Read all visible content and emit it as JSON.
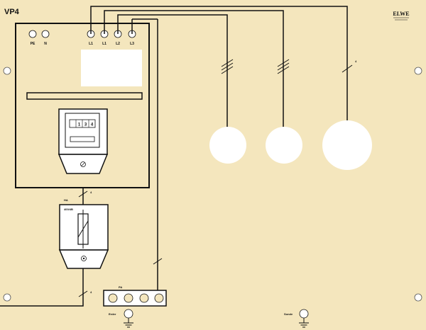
{
  "panel": {
    "title": "VP4",
    "logo_text": "ELWE"
  },
  "terminals": {
    "pe": "PE",
    "n": "N",
    "l1_a": "L1",
    "l1_b": "L1",
    "l2": "L2",
    "l3": "L3"
  },
  "meter": {
    "digits": [
      "1",
      "3",
      "4"
    ]
  },
  "breaker": {
    "label_top": "HA",
    "rating": "400/4B"
  },
  "wire_marks": {
    "breaker_top": "4",
    "breaker_bottom": "4",
    "load_3": "4"
  },
  "terminal_block": {
    "label": "PA"
  },
  "grounds": {
    "left": "Erder",
    "right": "Sonde"
  },
  "loads": {
    "count": 3
  },
  "colors": {
    "background": "#f4e6bd",
    "line": "#111111",
    "lamp_fill": "#ffffff",
    "box_fill": "#ffffff"
  }
}
